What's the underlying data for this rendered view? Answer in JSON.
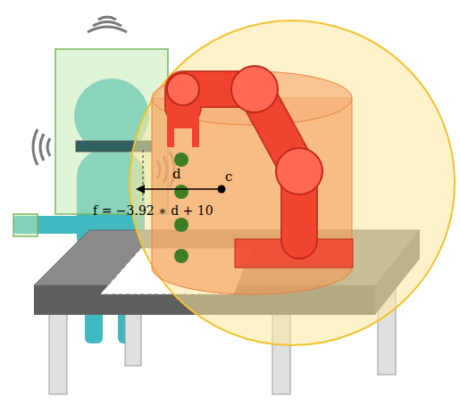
{
  "diagram": {
    "labels": [
      "d",
      "c",
      "f = −3.92 ∗ d + 10"
    ]
  }
}
